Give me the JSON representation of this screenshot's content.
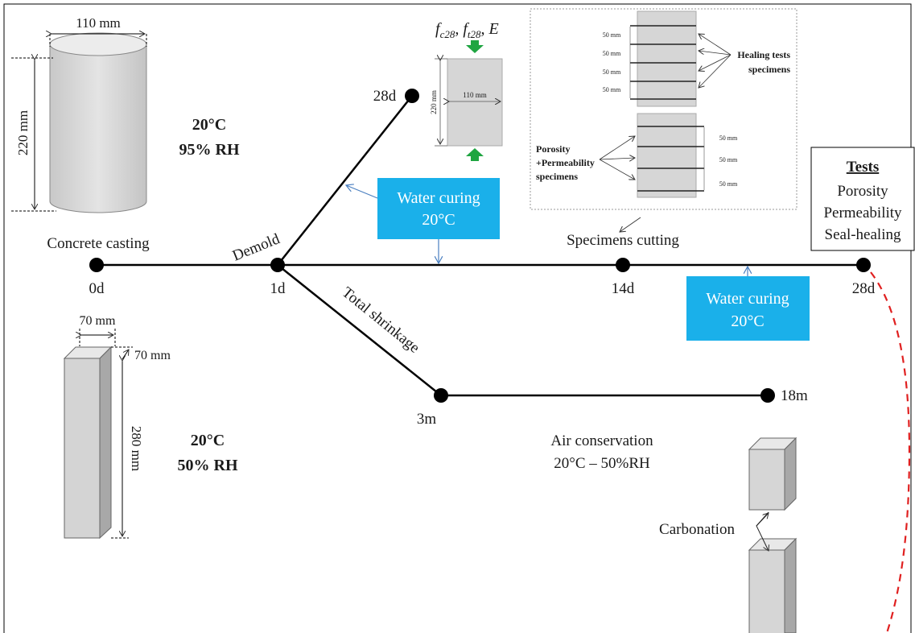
{
  "colors": {
    "line": "#000000",
    "water_box": "#1ab0ea",
    "arrow_blue": "#4a7fc0",
    "green": "#1fa541",
    "red_dash": "#e02020",
    "cyl_fill": "#d6d6d6"
  },
  "cylinder": {
    "width_label": "110 mm",
    "height_label": "220 mm",
    "cond_temp": "20°C",
    "cond_rh": "95% RH"
  },
  "prism": {
    "width_label": "70 mm",
    "depth_label": "70 mm",
    "height_label": "280 mm",
    "cond_temp": "20°C",
    "cond_rh": "50% RH"
  },
  "timeline": {
    "casting": "Concrete casting",
    "d0": "0d",
    "demold": "Demold",
    "d1": "1d",
    "d14": "14d",
    "d28": "28d",
    "cutting": "Specimens cutting",
    "branch_up_end": "28d",
    "shrinkage": "Total shrinkage",
    "m3": "3m",
    "m18": "18m",
    "air1": "Air conservation",
    "air2": "20°C – 50%RH",
    "carbonation": "Carbonation"
  },
  "water1": {
    "line1": "Water curing",
    "line2": "20°C"
  },
  "water2": {
    "line1": "Water curing",
    "line2": "20°C"
  },
  "mech": {
    "width": "110 mm",
    "height": "220 mm"
  },
  "inset": {
    "healing_dims": [
      "50 mm",
      "50 mm",
      "50 mm",
      "50 mm"
    ],
    "healing_label1": "Healing tests",
    "healing_label2": "specimens",
    "poro_dims": [
      "50 mm",
      "50 mm",
      "50 mm"
    ],
    "poro_label1": "Porosity",
    "poro_label2": "+Permeability",
    "poro_label3": "specimens"
  },
  "tests": {
    "title": "Tests",
    "items": [
      "Porosity",
      "Permeability",
      "Seal-healing"
    ]
  }
}
